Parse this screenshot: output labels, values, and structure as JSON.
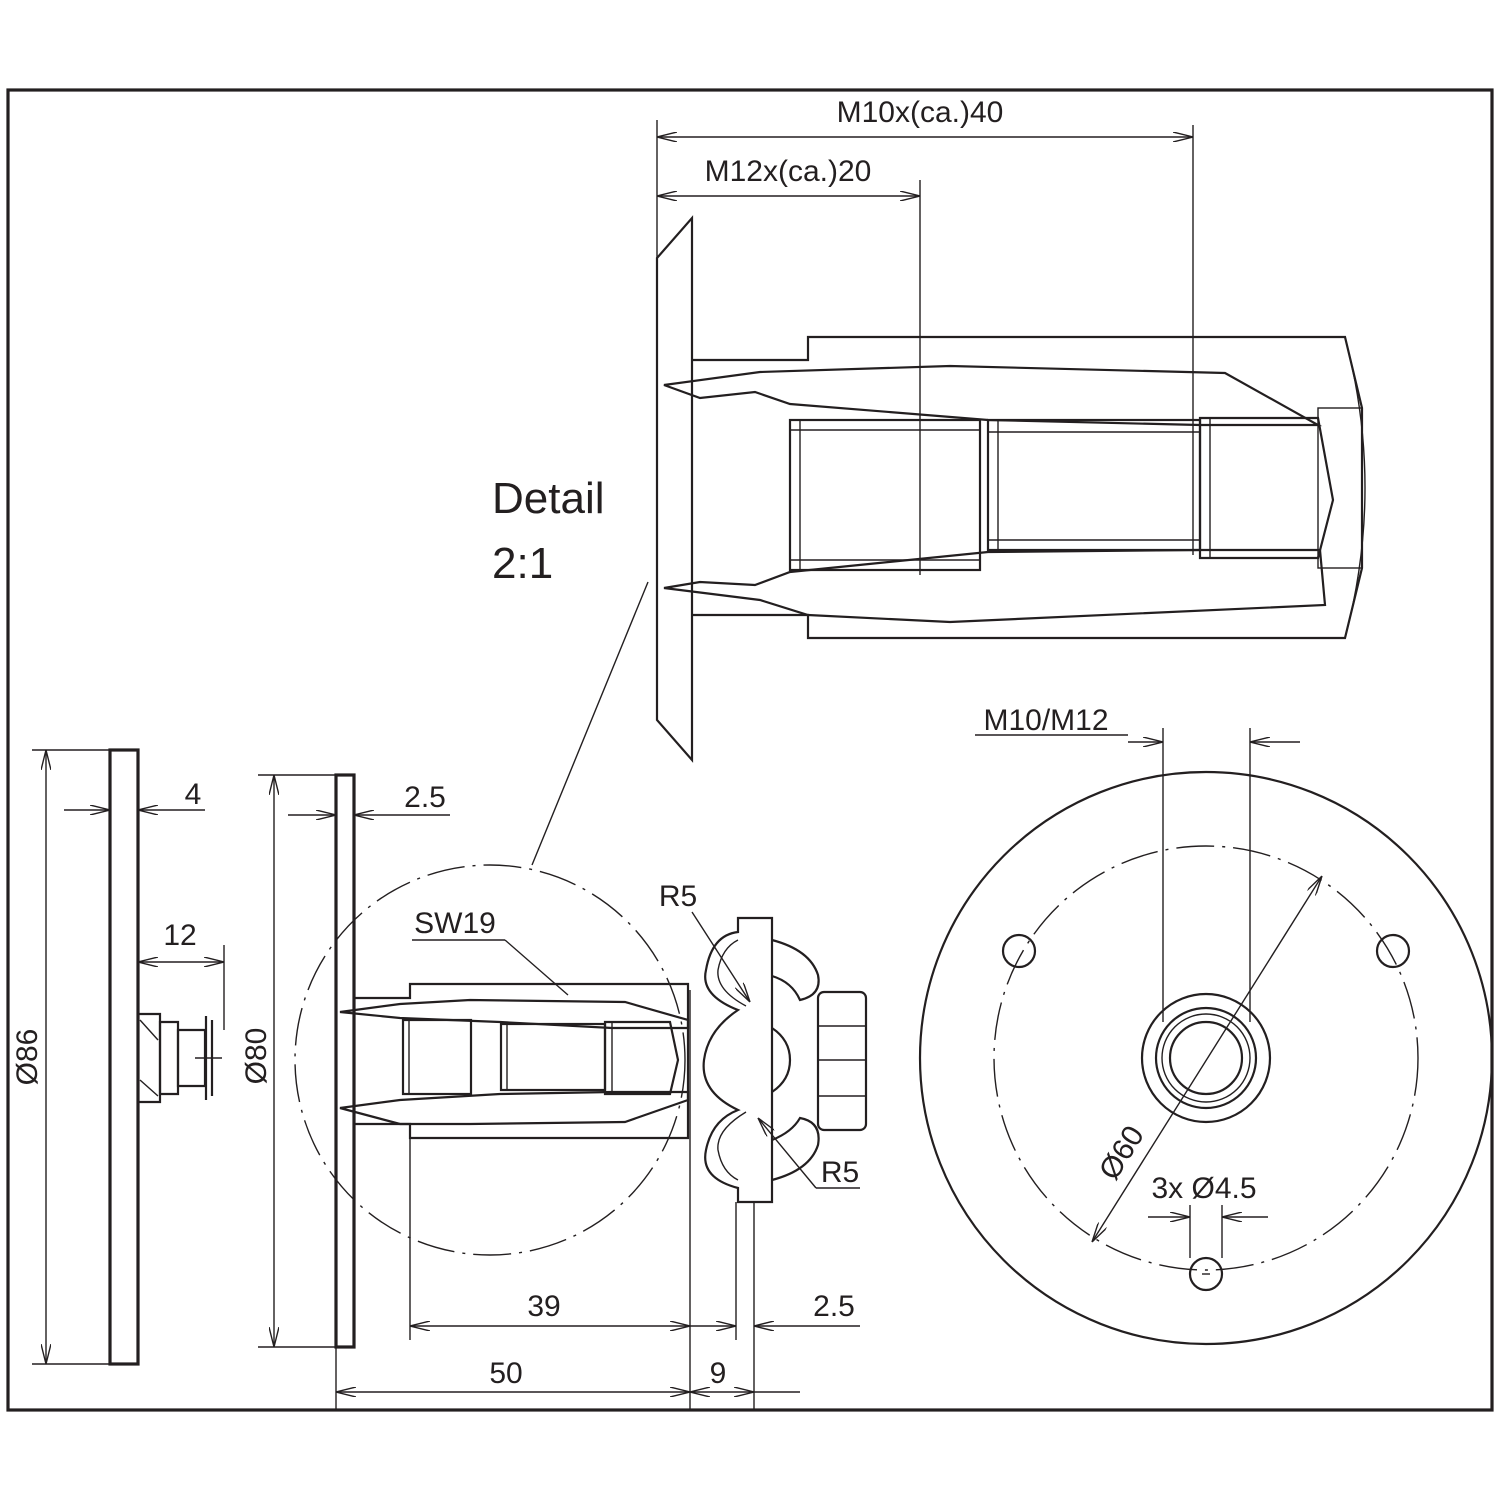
{
  "detail": {
    "line1": "Detail",
    "line2": "2:1"
  },
  "labels": {
    "m10x40": "M10x(ca.)40",
    "m12x20": "M12x(ca.)20",
    "m10m12": "M10/M12",
    "d86": "Ø86",
    "d80": "Ø80",
    "d60": "Ø60",
    "t4": "4",
    "t12": "12",
    "t25_plate": "2.5",
    "sw19": "SW19",
    "r5_top": "R5",
    "r5_bottom": "R5",
    "holes": "3x Ø4.5",
    "l39": "39",
    "l25_clamp": "2.5",
    "l50": "50",
    "l9": "9"
  },
  "colors": {
    "line": "#231f20",
    "background": "#ffffff"
  }
}
